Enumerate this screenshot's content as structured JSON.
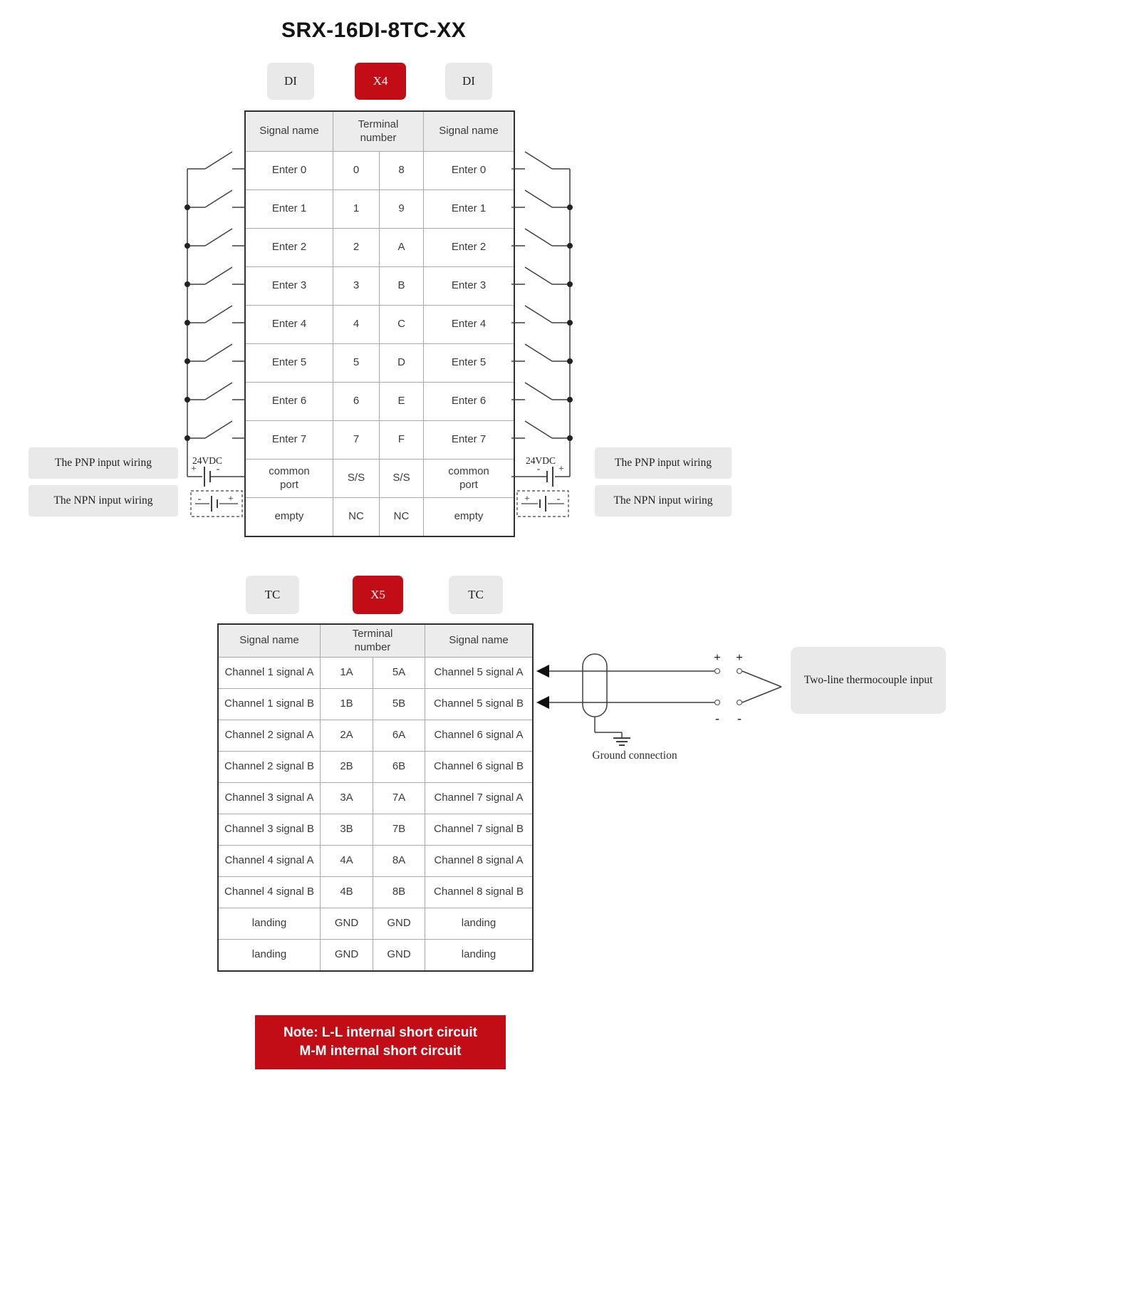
{
  "title": "SRX-16DI-8TC-XX",
  "colors": {
    "accent_red": "#c30d16",
    "badge_gray": "#e9e9e9"
  },
  "di_section": {
    "badges": {
      "left": "DI",
      "center": "X4",
      "right": "DI"
    },
    "table": {
      "header": {
        "signal_left": "Signal name",
        "terminal": "Terminal number",
        "signal_right": "Signal name"
      },
      "rows": [
        {
          "left": "Enter 0",
          "t_left": "0",
          "t_right": "8",
          "right": "Enter 0"
        },
        {
          "left": "Enter 1",
          "t_left": "1",
          "t_right": "9",
          "right": "Enter 1"
        },
        {
          "left": "Enter 2",
          "t_left": "2",
          "t_right": "A",
          "right": "Enter 2"
        },
        {
          "left": "Enter 3",
          "t_left": "3",
          "t_right": "B",
          "right": "Enter 3"
        },
        {
          "left": "Enter 4",
          "t_left": "4",
          "t_right": "C",
          "right": "Enter 4"
        },
        {
          "left": "Enter 5",
          "t_left": "5",
          "t_right": "D",
          "right": "Enter 5"
        },
        {
          "left": "Enter 6",
          "t_left": "6",
          "t_right": "E",
          "right": "Enter 6"
        },
        {
          "left": "Enter 7",
          "t_left": "7",
          "t_right": "F",
          "right": "Enter 7"
        },
        {
          "left": "common port",
          "t_left": "S/S",
          "t_right": "S/S",
          "right": "common port"
        },
        {
          "left": "empty",
          "t_left": "NC",
          "t_right": "NC",
          "right": "empty"
        }
      ]
    },
    "left_wiring": {
      "pnp_label": "The PNP input wiring",
      "npn_label": "The NPN input wiring",
      "voltage": "24VDC",
      "plus": "+",
      "minus": "-"
    },
    "right_wiring": {
      "pnp_label": "The PNP input wiring",
      "npn_label": "The NPN input wiring",
      "voltage": "24VDC",
      "plus": "+",
      "minus": "-"
    }
  },
  "tc_section": {
    "badges": {
      "left": "TC",
      "center": "X5",
      "right": "TC"
    },
    "table": {
      "header": {
        "signal_left": "Signal name",
        "terminal": "Terminal number",
        "signal_right": "Signal name"
      },
      "rows": [
        {
          "left": "Channel 1 signal A",
          "t_left": "1A",
          "t_right": "5A",
          "right": "Channel 5 signal A"
        },
        {
          "left": "Channel 1 signal B",
          "t_left": "1B",
          "t_right": "5B",
          "right": "Channel 5 signal B"
        },
        {
          "left": "Channel 2 signal A",
          "t_left": "2A",
          "t_right": "6A",
          "right": "Channel 6 signal A"
        },
        {
          "left": "Channel 2 signal B",
          "t_left": "2B",
          "t_right": "6B",
          "right": "Channel 6 signal B"
        },
        {
          "left": "Channel 3 signal A",
          "t_left": "3A",
          "t_right": "7A",
          "right": "Channel 7 signal A"
        },
        {
          "left": "Channel 3 signal B",
          "t_left": "3B",
          "t_right": "7B",
          "right": "Channel 7 signal B"
        },
        {
          "left": "Channel 4 signal A",
          "t_left": "4A",
          "t_right": "8A",
          "right": "Channel 8 signal A"
        },
        {
          "left": "Channel 4 signal B",
          "t_left": "4B",
          "t_right": "8B",
          "right": "Channel 8 signal B"
        },
        {
          "left": "landing",
          "t_left": "GND",
          "t_right": "GND",
          "right": "landing"
        },
        {
          "left": "landing",
          "t_left": "GND",
          "t_right": "GND",
          "right": "landing"
        }
      ]
    },
    "annotations": {
      "thermocouple_label": "Two-line thermocouple input",
      "ground_label": "Ground connection",
      "plus": "+",
      "minus": "-"
    }
  },
  "note": {
    "line1": "Note: L-L internal short circuit",
    "line2": "M-M internal short circuit"
  }
}
